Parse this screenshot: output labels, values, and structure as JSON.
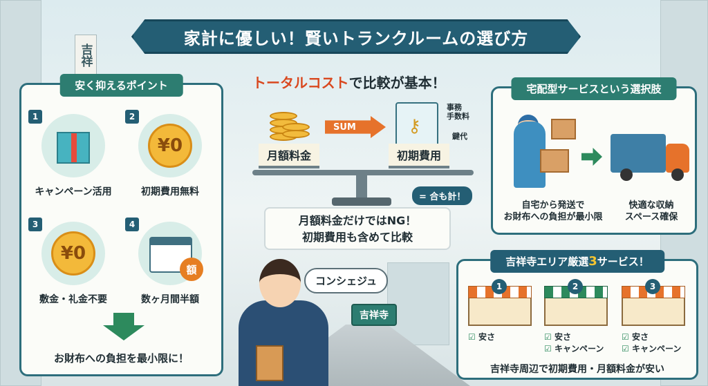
{
  "title": "家計に優しい！賢いトランクルームの選び方",
  "background_sign": "吉祥",
  "left_panel": {
    "header": "安く抑えるポイント",
    "tips": [
      {
        "num": "1",
        "label": "キャンペーン活用",
        "icon": "gift-box-icon"
      },
      {
        "num": "2",
        "label": "初期費用無料",
        "icon": "yen-coin-zero-icon",
        "coin_text": "¥0"
      },
      {
        "num": "3",
        "label": "敷金・礼金不要",
        "icon": "yen-coin-zero-icon",
        "coin_text": "¥0"
      },
      {
        "num": "4",
        "label": "数ヶ月間半額",
        "icon": "calendar-icon",
        "badge": "額"
      }
    ],
    "footer": "お財布への負担を最小限に！"
  },
  "middle": {
    "headline_highlight": "トータルコスト",
    "headline_rest": "で比較が基本！",
    "monthly_fee": "月額料金",
    "sum_label": "SUM",
    "initial_cost": "初期費用",
    "side_note_1": "事務\n手数料",
    "side_note_2": "鍵代",
    "sum_badge": "= 合も計！",
    "ng_line_1": "月額料金だけではNG！",
    "ng_line_2": "初期費用も含めて比較"
  },
  "delivery_panel": {
    "header": "宅配型サービスという選択肢",
    "caption_left": "自宅から発送で\nお財布への負担が最小限",
    "caption_right": "快適な収納\nスペース確保"
  },
  "concierge": {
    "bubble": "コンシェジュ",
    "station_sign": "吉祥寺"
  },
  "services_panel": {
    "header_pre": "吉祥寺エリア厳選",
    "header_num": "3",
    "header_post": "サービス！",
    "shops": [
      {
        "num": "1",
        "checks": [
          "安さ"
        ]
      },
      {
        "num": "2",
        "checks": [
          "安さ",
          "キャンペーン"
        ]
      },
      {
        "num": "3",
        "checks": [
          "安さ",
          "キャンペーン"
        ]
      }
    ],
    "footer": "吉祥寺周辺で初期費用・月額料金が安い"
  },
  "colors": {
    "teal": "#245e74",
    "green": "#2d7d71",
    "orange": "#e6722b",
    "gold": "#f3b93a"
  }
}
